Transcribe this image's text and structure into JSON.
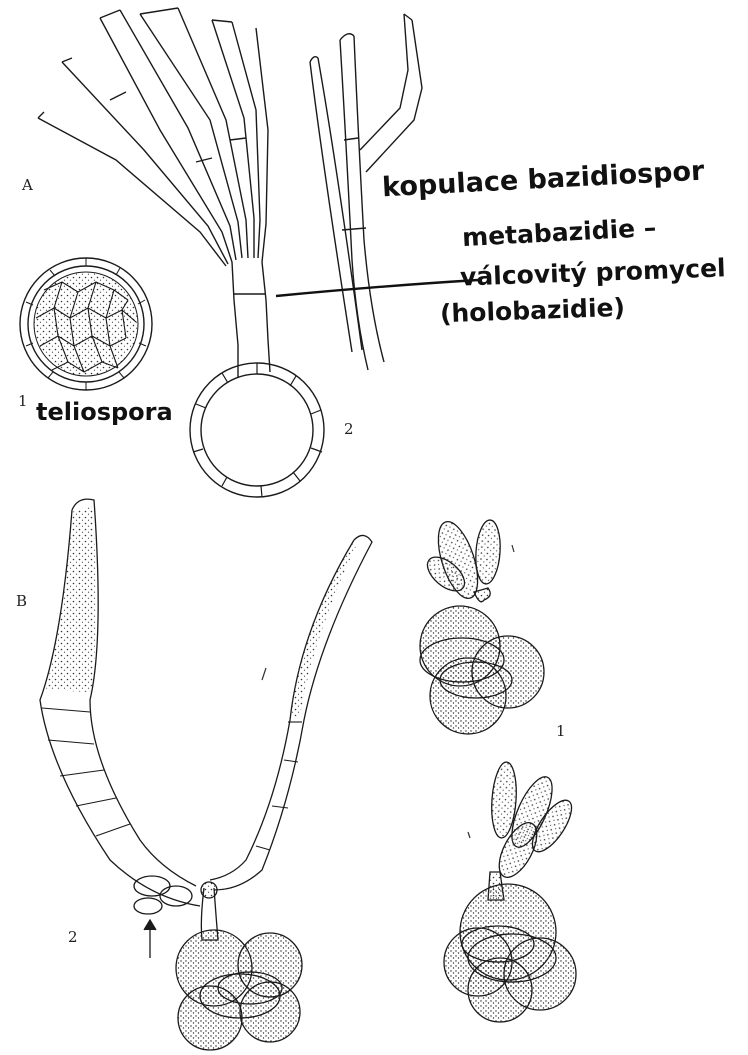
{
  "figure": {
    "section_a_label": "A",
    "section_b_label": "B",
    "a_fig1_number": "1",
    "a_fig2_number": "2",
    "b_fig1_number": "1",
    "b_fig2_number": "2",
    "annotations": {
      "kopulace": "kopulace bazidiospor",
      "metabazidie": "metabazidie –",
      "promycel": "válcovitý promycel",
      "holobazidie": "(holobazidie)",
      "teliospora": "teliospora"
    },
    "colors": {
      "ink": "#1a1a1a",
      "paper": "#ffffff"
    }
  }
}
